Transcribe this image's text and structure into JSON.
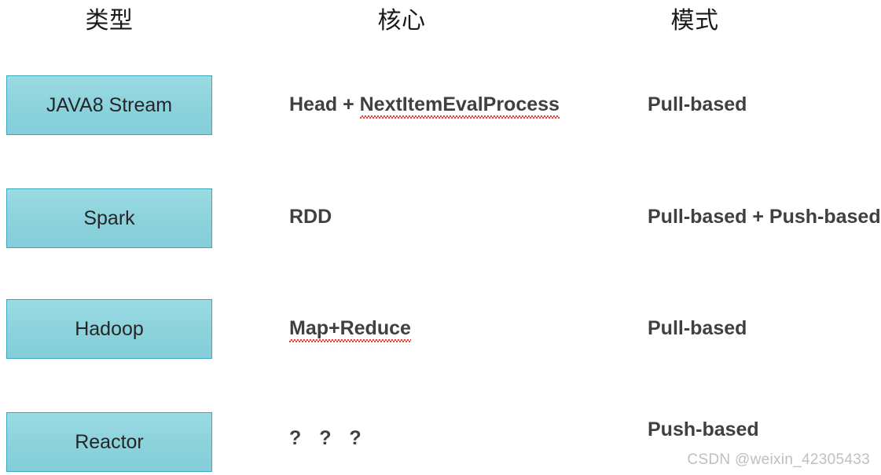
{
  "headers": {
    "type": "类型",
    "core": "核心",
    "mode": "模式"
  },
  "rows": [
    {
      "type": "JAVA8 Stream",
      "core_prefix": "Head + ",
      "core_underlined": "NextItemEvalProcess",
      "mode": "Pull-based"
    },
    {
      "type": "Spark",
      "core_prefix": "RDD",
      "core_underlined": "",
      "mode": "Pull-based + Push-based"
    },
    {
      "type": "Hadoop",
      "core_prefix": "",
      "core_underlined": "Map+Reduce",
      "mode": "Pull-based"
    },
    {
      "type": "Reactor",
      "core_prefix": "? ? ?",
      "core_underlined": "",
      "mode": "Push-based"
    }
  ],
  "watermark": "CSDN @weixin_42305433",
  "colors": {
    "box_fill": "#8bd2dc",
    "box_border": "#3aa8bd",
    "text_bold": "#404040",
    "header_text": "#1a1a1a",
    "spellcheck_underline": "#e8403a",
    "watermark_text": "#bfbfbf"
  }
}
